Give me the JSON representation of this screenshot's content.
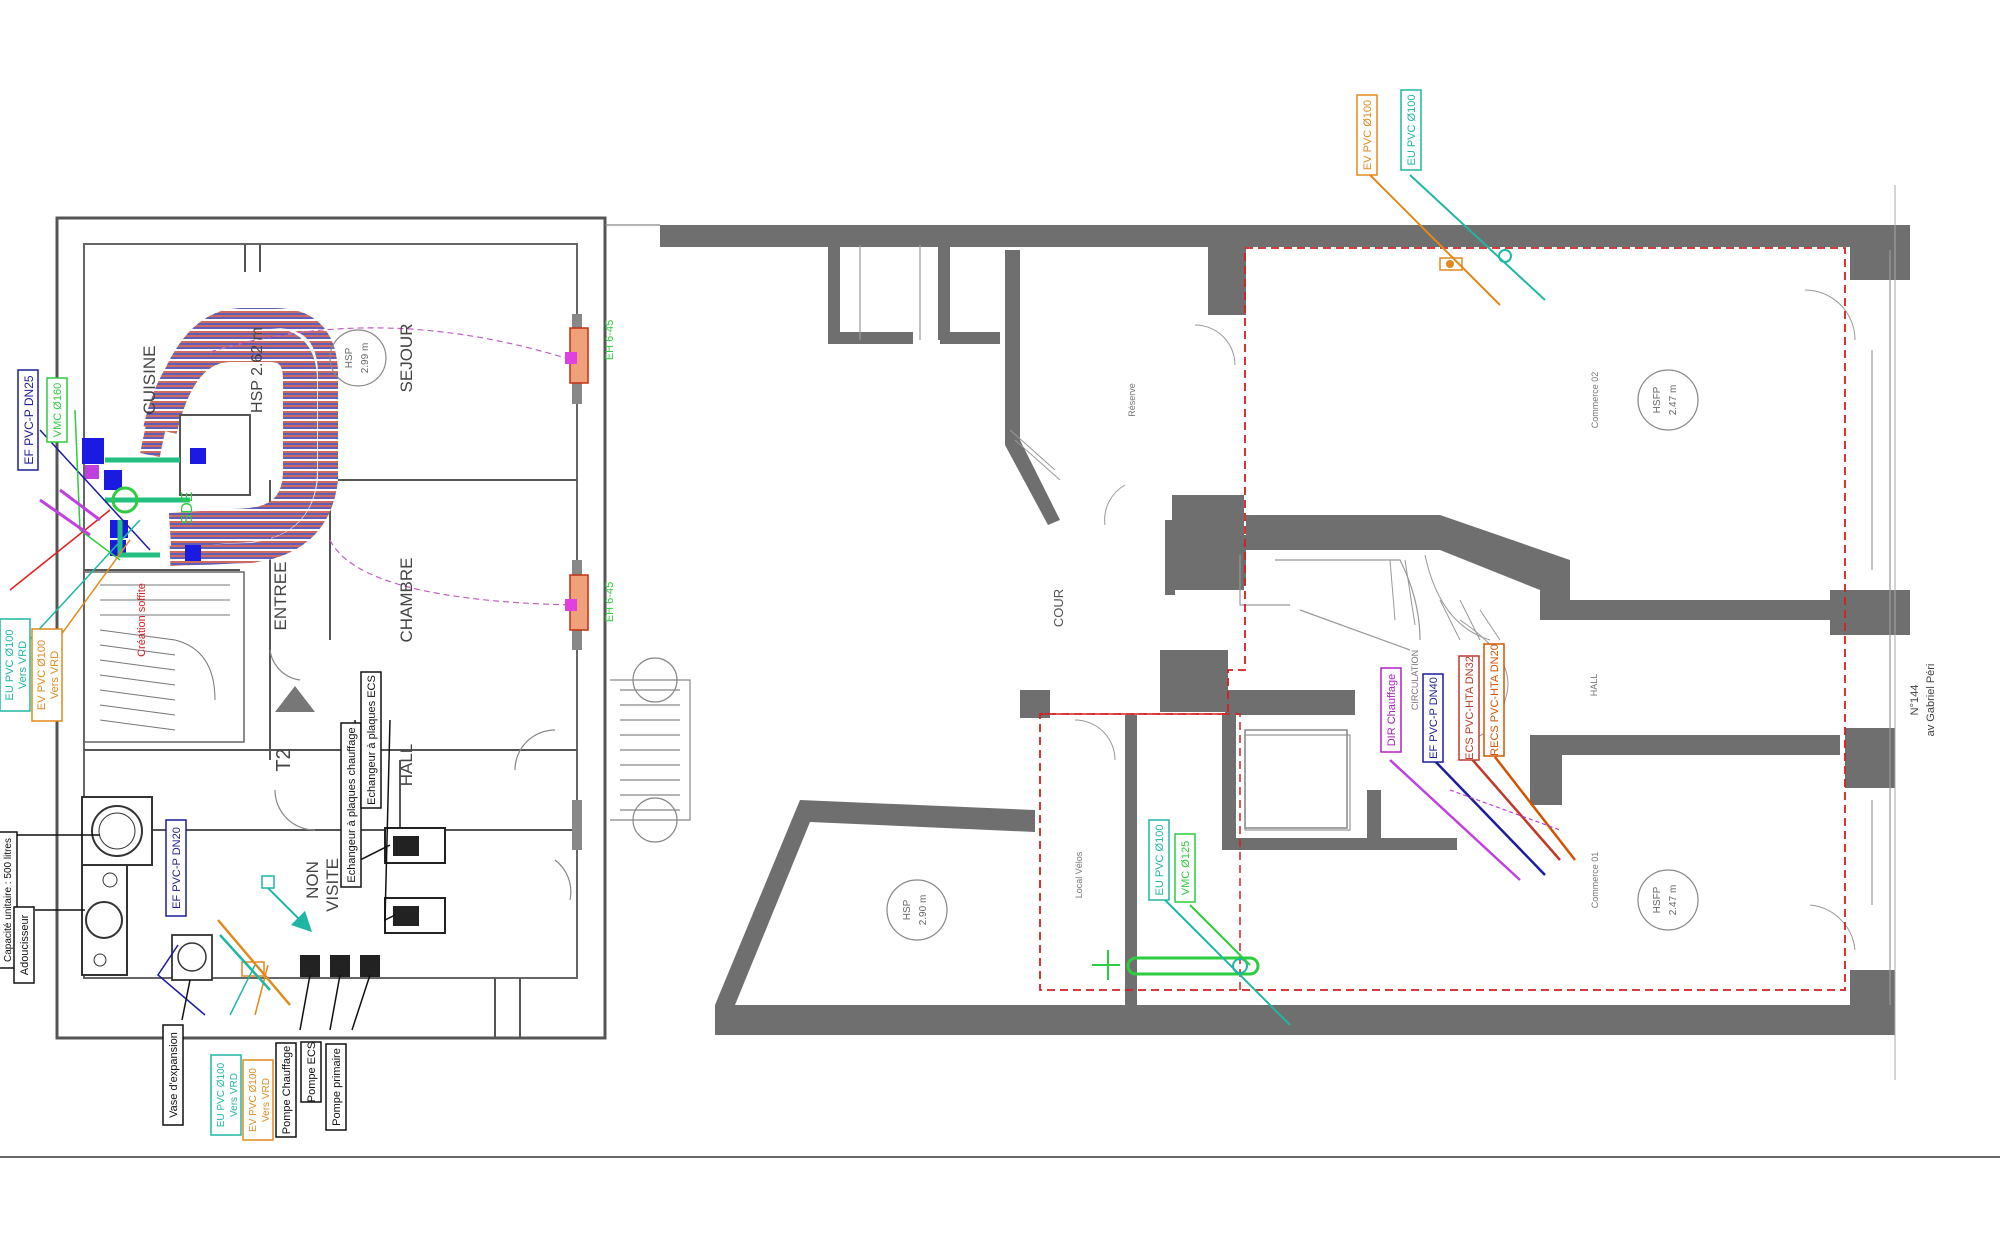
{
  "colors": {
    "wall": "#6f6f6f",
    "ev": "#e08a1c",
    "eu": "#1fb7a4",
    "ef": "#1c1c9c",
    "vmc": "#2ecc40",
    "ecs": "#c0392b",
    "recs": "#d35400",
    "dir": "#b020c0",
    "heating": "#c060c0",
    "red_dash": "#d42020",
    "black": "#111111"
  },
  "left_unit": {
    "rooms": {
      "cuisine": "CUISINE",
      "sejour": "SEJOUR",
      "hsp_partial": "HSP 2.62 m",
      "hsp_circle_top": "HSP",
      "hsp_circle_val": "2.99 m",
      "sde": "SDE",
      "entree": "ENTREE",
      "chambre": "CHAMBRE",
      "t2": "T2",
      "hall": "HALL",
      "non_visite_1": "NON",
      "non_visite_2": "VISITE"
    },
    "radiators": {
      "eh1": "EH 6-45",
      "eh2": "EH 6-45"
    },
    "creation_soffite": "Création soffite",
    "tags": {
      "ef_dn25": "EF PVC-P DN25",
      "vmc_160": "VMC Ø160",
      "eu_vrd_1": "EU PVC Ø100",
      "eu_vrd_1b": "Vers VRD",
      "ev_vrd_1": "EV PVC Ø100",
      "ev_vrd_1b": "Vers VRD",
      "capacite_1": "Capacité unitaire : 500 litres",
      "adoucisseur": "Adoucisseur",
      "ef_dn20": "EF PVC-P DN20",
      "echangeur_ch": "Echangeur à plaques chauffage",
      "echangeur_ecs": "Echangeur à plaques ECS",
      "vase": "Vase d'expansion",
      "eu_vrd_2": "EU PVC Ø100",
      "eu_vrd_2b": "Vers VRD",
      "ev_vrd_2": "EV PVC Ø100",
      "ev_vrd_2b": "Vers VRD",
      "pompe_ch": "Pompe Chauffage",
      "pompe_ecs": "Pompe ECS",
      "pompe_primaire": "Pompe primaire"
    }
  },
  "right_unit": {
    "rooms": {
      "reserve": "Réserve",
      "commerce02": "Commerce 02",
      "hsfp_top": "HSFP",
      "hsfp_top_val": "2.47 m",
      "cour": "COUR",
      "circulation": "CIRCULATION",
      "hall": "HALL",
      "local_velos": "Local Vélos",
      "hsp_bottom": "HSP",
      "hsp_bottom_val": "2.90 m",
      "commerce01": "Commerce 01",
      "hsfp_bottom": "HSFP",
      "hsfp_bottom_val": "2.47 m",
      "street_no": "N°144",
      "street_name": "av Gabriel Péri"
    },
    "tags": {
      "ev_top": "EV PVC Ø100",
      "eu_top": "EU PVC Ø100",
      "dir_chauffage": "DIR Chauffage",
      "ef_dn40": "EF PVC-P DN40",
      "ecs_dn32": "ECS PVC-HTA DN32",
      "recs_dn20": "RECS PVC-HTA DN20",
      "eu_bottom": "EU PVC Ø100",
      "vmc_125": "VMC Ø125"
    }
  }
}
